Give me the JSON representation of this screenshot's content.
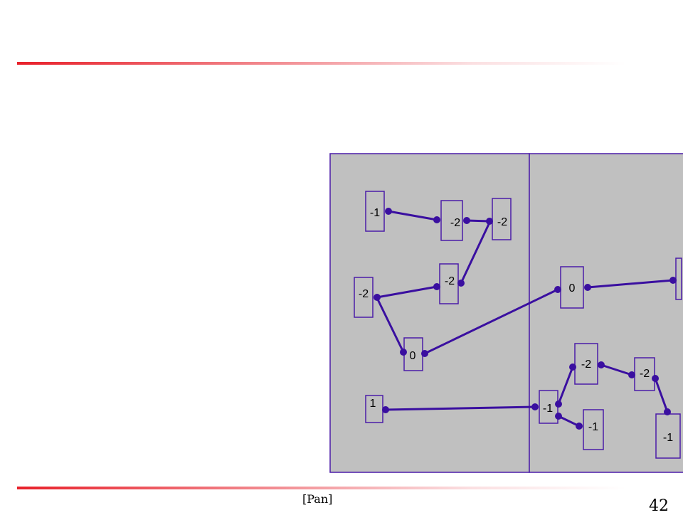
{
  "footer": {
    "label": "[Pan]",
    "page_number": "42"
  },
  "colors": {
    "panel": "#c0c0c0",
    "edge": "#3a0fa0",
    "node_border": "#4b1ca8",
    "rule": "#e8202a"
  },
  "diagram": {
    "nodes": [
      {
        "id": "n1",
        "label": "-1"
      },
      {
        "id": "n2",
        "label": "-2"
      },
      {
        "id": "n3",
        "label": "-2"
      },
      {
        "id": "n4",
        "label": "-2"
      },
      {
        "id": "n5",
        "label": "-2"
      },
      {
        "id": "n6",
        "label": "0"
      },
      {
        "id": "n7",
        "label": "1"
      },
      {
        "id": "n8",
        "label": "0"
      },
      {
        "id": "n9",
        "label": ""
      },
      {
        "id": "n10",
        "label": "-2"
      },
      {
        "id": "n11",
        "label": "-2"
      },
      {
        "id": "n12",
        "label": "-1"
      },
      {
        "id": "n13",
        "label": "-1"
      },
      {
        "id": "n14",
        "label": "-1"
      }
    ]
  }
}
